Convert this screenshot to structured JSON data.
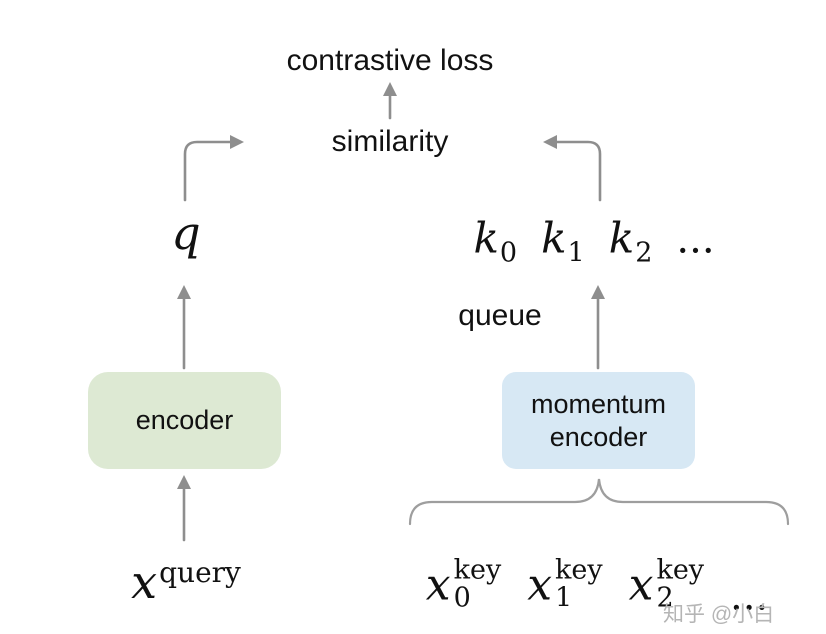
{
  "diagram": {
    "contrastive_loss": "contrastive loss",
    "similarity": "similarity",
    "queue": "queue",
    "q": "q",
    "k_items": [
      {
        "base": "k",
        "sub": "0"
      },
      {
        "base": "k",
        "sub": "1"
      },
      {
        "base": "k",
        "sub": "2"
      }
    ],
    "k_ellipsis": "...",
    "encoder_label": "encoder",
    "momentum_encoder": {
      "line1": "momentum",
      "line2": "encoder"
    },
    "x_query": {
      "base": "x",
      "sup": "query"
    },
    "x_key_items": [
      {
        "base": "x",
        "sub": "0",
        "sup": "key"
      },
      {
        "base": "x",
        "sub": "1",
        "sup": "key"
      },
      {
        "base": "x",
        "sub": "2",
        "sup": "key"
      }
    ],
    "x_key_ellipsis": "...",
    "watermark": "知乎 @小白"
  },
  "colors": {
    "text": "#111111",
    "arrow": "#8e8e8e",
    "brace": "#9e9e9e",
    "encoder_box": "#dde9d3",
    "momentum_box": "#d7e8f4",
    "watermark": "#b5b5b5"
  }
}
